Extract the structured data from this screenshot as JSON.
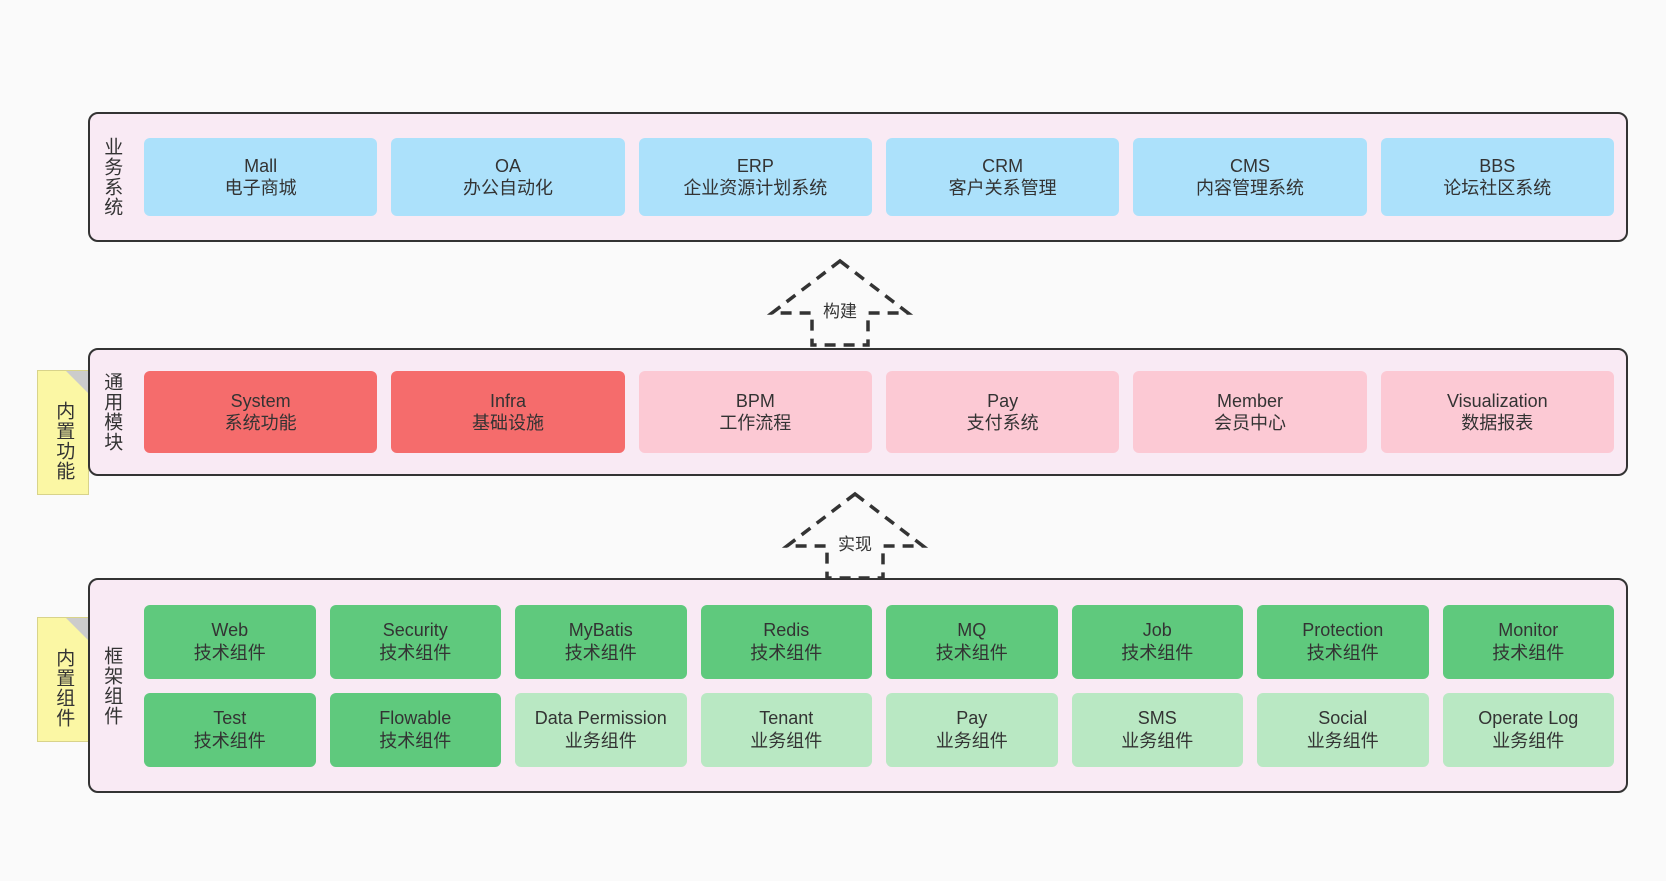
{
  "diagram": {
    "background_color": "#fafafa",
    "layer_fill": "#f9eaf4",
    "layer_border": "#333333",
    "note_fill": "#fbf7a4"
  },
  "layers": [
    {
      "id": "business",
      "title": "业务系统",
      "rows": [
        {
          "nodes": [
            {
              "en": "Mall",
              "cn": "电子商城",
              "color": "#ace1fb",
              "style": "blue"
            },
            {
              "en": "OA",
              "cn": "办公自动化",
              "color": "#ace1fb",
              "style": "blue"
            },
            {
              "en": "ERP",
              "cn": "企业资源计划系统",
              "color": "#ace1fb",
              "style": "blue"
            },
            {
              "en": "CRM",
              "cn": "客户关系管理",
              "color": "#ace1fb",
              "style": "blue"
            },
            {
              "en": "CMS",
              "cn": "内容管理系统",
              "color": "#ace1fb",
              "style": "blue"
            },
            {
              "en": "BBS",
              "cn": "论坛社区系统",
              "color": "#ace1fb",
              "style": "blue"
            }
          ]
        }
      ]
    },
    {
      "id": "common",
      "title": "通用模块",
      "note": "内置功能",
      "rows": [
        {
          "nodes": [
            {
              "en": "System",
              "cn": "系统功能",
              "color": "#f56c6c",
              "style": "red"
            },
            {
              "en": "Infra",
              "cn": "基础设施",
              "color": "#f56c6c",
              "style": "red"
            },
            {
              "en": "BPM",
              "cn": "工作流程",
              "color": "#fcc9d4",
              "style": "pink"
            },
            {
              "en": "Pay",
              "cn": "支付系统",
              "color": "#fcc9d4",
              "style": "pink"
            },
            {
              "en": "Member",
              "cn": "会员中心",
              "color": "#fcc9d4",
              "style": "pink"
            },
            {
              "en": "Visualization",
              "cn": "数据报表",
              "color": "#fcc9d4",
              "style": "pink"
            }
          ]
        }
      ]
    },
    {
      "id": "framework",
      "title": "框架组件",
      "note": "内置组件",
      "rows": [
        {
          "nodes": [
            {
              "en": "Web",
              "cn": "技术组件",
              "color": "#5fc97d",
              "style": "green"
            },
            {
              "en": "Security",
              "cn": "技术组件",
              "color": "#5fc97d",
              "style": "green"
            },
            {
              "en": "MyBatis",
              "cn": "技术组件",
              "color": "#5fc97d",
              "style": "green"
            },
            {
              "en": "Redis",
              "cn": "技术组件",
              "color": "#5fc97d",
              "style": "green"
            },
            {
              "en": "MQ",
              "cn": "技术组件",
              "color": "#5fc97d",
              "style": "green"
            },
            {
              "en": "Job",
              "cn": "技术组件",
              "color": "#5fc97d",
              "style": "green"
            },
            {
              "en": "Protection",
              "cn": "技术组件",
              "color": "#5fc97d",
              "style": "green"
            },
            {
              "en": "Monitor",
              "cn": "技术组件",
              "color": "#5fc97d",
              "style": "green"
            }
          ]
        },
        {
          "nodes": [
            {
              "en": "Test",
              "cn": "技术组件",
              "color": "#5fc97d",
              "style": "green"
            },
            {
              "en": "Flowable",
              "cn": "技术组件",
              "color": "#5fc97d",
              "style": "green"
            },
            {
              "en": "Data Permission",
              "cn": "业务组件",
              "color": "#b9e8c3",
              "style": "lgreen"
            },
            {
              "en": "Tenant",
              "cn": "业务组件",
              "color": "#b9e8c3",
              "style": "lgreen"
            },
            {
              "en": "Pay",
              "cn": "业务组件",
              "color": "#b9e8c3",
              "style": "lgreen"
            },
            {
              "en": "SMS",
              "cn": "业务组件",
              "color": "#b9e8c3",
              "style": "lgreen"
            },
            {
              "en": "Social",
              "cn": "业务组件",
              "color": "#b9e8c3",
              "style": "lgreen"
            },
            {
              "en": "Operate Log",
              "cn": "业务组件",
              "color": "#b9e8c3",
              "style": "lgreen"
            }
          ]
        }
      ]
    }
  ],
  "arrows": [
    {
      "id": "build",
      "label": "构建"
    },
    {
      "id": "implement",
      "label": "实现"
    }
  ]
}
